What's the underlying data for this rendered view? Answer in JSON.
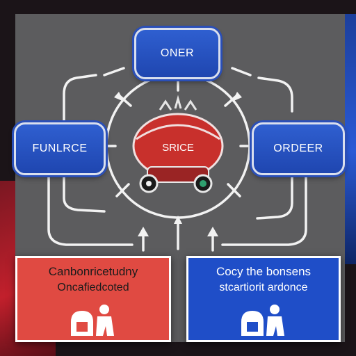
{
  "nodes": {
    "top": "ONER",
    "left": "FUNLRCE",
    "right": "ORDEER",
    "center": "SRICE"
  },
  "cards": {
    "left": {
      "line1": "Canbonricetudny",
      "line2": "Oncafiedcoted"
    },
    "right": {
      "line1": "Cocy  the bonsens",
      "line2": "stcartiorit ardonce"
    }
  },
  "colors": {
    "panel": "#5c5c5e",
    "blue": "#2050c4",
    "red": "#e04a42",
    "wire": "#f2f2f2"
  }
}
